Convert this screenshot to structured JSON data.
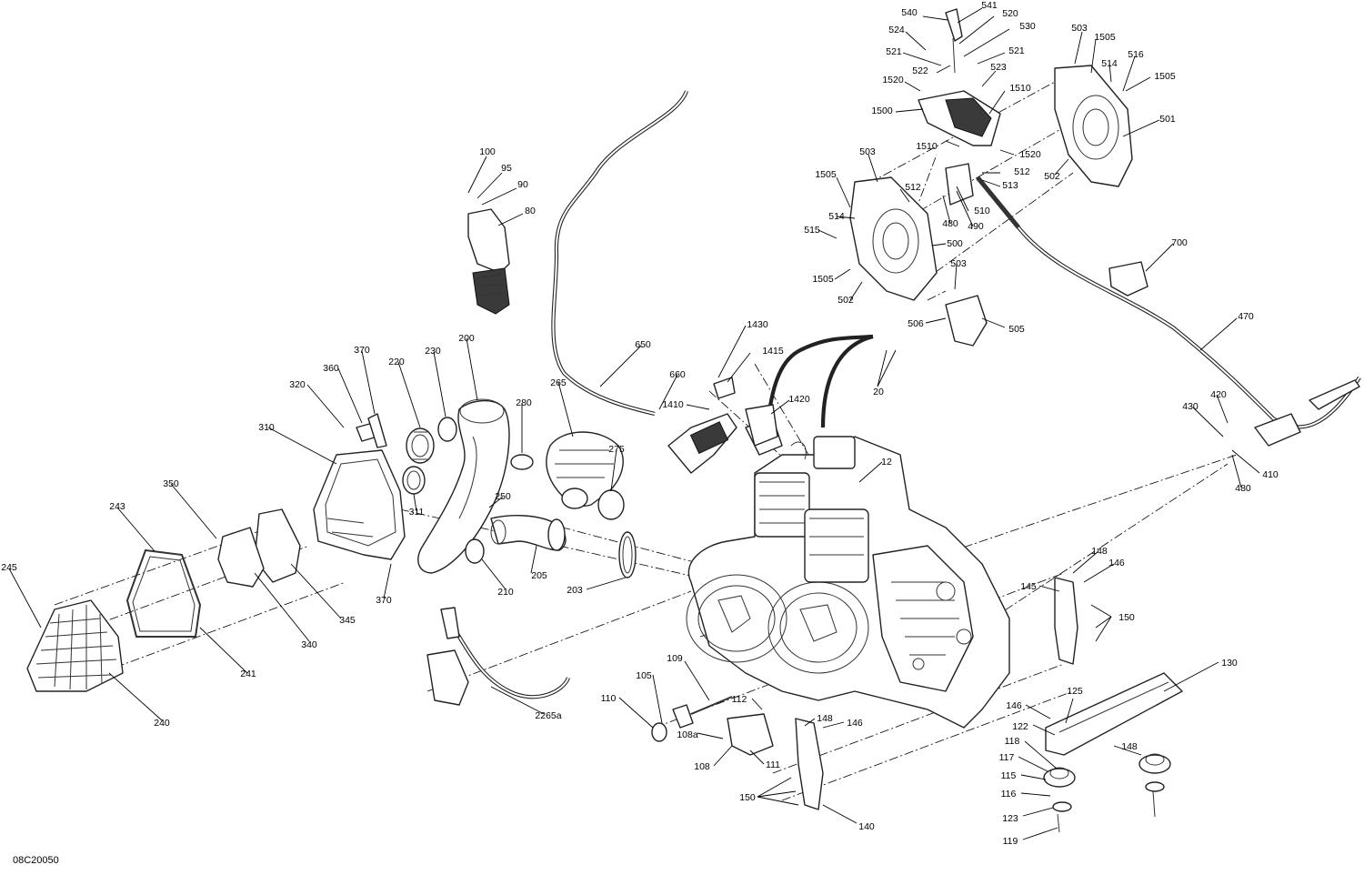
{
  "figure_code": "08C20050",
  "callouts": [
    {
      "id": "100",
      "text": "100"
    },
    {
      "id": "95",
      "text": "95"
    },
    {
      "id": "90",
      "text": "90"
    },
    {
      "id": "80",
      "text": "80"
    },
    {
      "id": "540",
      "text": "540"
    },
    {
      "id": "541",
      "text": "541"
    },
    {
      "id": "520",
      "text": "520"
    },
    {
      "id": "530",
      "text": "530"
    },
    {
      "id": "524",
      "text": "524"
    },
    {
      "id": "521a",
      "text": "521"
    },
    {
      "id": "521b",
      "text": "521"
    },
    {
      "id": "522",
      "text": "522"
    },
    {
      "id": "523",
      "text": "523"
    },
    {
      "id": "1520a",
      "text": "1520"
    },
    {
      "id": "1510a",
      "text": "1510"
    },
    {
      "id": "1500",
      "text": "1500"
    },
    {
      "id": "1510b",
      "text": "1510"
    },
    {
      "id": "1520b",
      "text": "1520"
    },
    {
      "id": "503a",
      "text": "503"
    },
    {
      "id": "1505a",
      "text": "1505"
    },
    {
      "id": "514a",
      "text": "514"
    },
    {
      "id": "516",
      "text": "516"
    },
    {
      "id": "1505b",
      "text": "1505"
    },
    {
      "id": "501",
      "text": "501"
    },
    {
      "id": "502a",
      "text": "502"
    },
    {
      "id": "503b",
      "text": "503"
    },
    {
      "id": "512a",
      "text": "512"
    },
    {
      "id": "512b",
      "text": "512"
    },
    {
      "id": "513",
      "text": "513"
    },
    {
      "id": "1505c",
      "text": "1505"
    },
    {
      "id": "514b",
      "text": "514"
    },
    {
      "id": "510",
      "text": "510"
    },
    {
      "id": "480a",
      "text": "480"
    },
    {
      "id": "490",
      "text": "490"
    },
    {
      "id": "515",
      "text": "515"
    },
    {
      "id": "500",
      "text": "500"
    },
    {
      "id": "1505d",
      "text": "1505"
    },
    {
      "id": "502b",
      "text": "502"
    },
    {
      "id": "503c",
      "text": "503"
    },
    {
      "id": "506",
      "text": "506"
    },
    {
      "id": "505",
      "text": "505"
    },
    {
      "id": "700",
      "text": "700"
    },
    {
      "id": "470",
      "text": "470"
    },
    {
      "id": "650",
      "text": "650"
    },
    {
      "id": "1430",
      "text": "1430"
    },
    {
      "id": "1415",
      "text": "1415"
    },
    {
      "id": "660",
      "text": "660"
    },
    {
      "id": "1410",
      "text": "1410"
    },
    {
      "id": "1420",
      "text": "1420"
    },
    {
      "id": "20",
      "text": "20"
    },
    {
      "id": "12",
      "text": "12"
    },
    {
      "id": "370a",
      "text": "370"
    },
    {
      "id": "360",
      "text": "360"
    },
    {
      "id": "320",
      "text": "320"
    },
    {
      "id": "220",
      "text": "220"
    },
    {
      "id": "230",
      "text": "230"
    },
    {
      "id": "200",
      "text": "200"
    },
    {
      "id": "265",
      "text": "265"
    },
    {
      "id": "280",
      "text": "280"
    },
    {
      "id": "275",
      "text": "275"
    },
    {
      "id": "250",
      "text": "250"
    },
    {
      "id": "310",
      "text": "310"
    },
    {
      "id": "311",
      "text": "311"
    },
    {
      "id": "350",
      "text": "350"
    },
    {
      "id": "243",
      "text": "243"
    },
    {
      "id": "245",
      "text": "245"
    },
    {
      "id": "370b",
      "text": "370"
    },
    {
      "id": "345",
      "text": "345"
    },
    {
      "id": "340",
      "text": "340"
    },
    {
      "id": "241",
      "text": "241"
    },
    {
      "id": "240",
      "text": "240"
    },
    {
      "id": "210",
      "text": "210"
    },
    {
      "id": "205",
      "text": "205"
    },
    {
      "id": "203",
      "text": "203"
    },
    {
      "id": "2265a",
      "text": "2265a"
    },
    {
      "id": "430",
      "text": "430"
    },
    {
      "id": "420",
      "text": "420"
    },
    {
      "id": "410",
      "text": "410"
    },
    {
      "id": "480b",
      "text": "480"
    },
    {
      "id": "148a",
      "text": "148"
    },
    {
      "id": "146a",
      "text": "146"
    },
    {
      "id": "145",
      "text": "145"
    },
    {
      "id": "150a",
      "text": "150"
    },
    {
      "id": "130",
      "text": "130"
    },
    {
      "id": "109",
      "text": "109"
    },
    {
      "id": "105",
      "text": "105"
    },
    {
      "id": "110",
      "text": "110"
    },
    {
      "id": "112",
      "text": "112"
    },
    {
      "id": "108a",
      "text": "108a"
    },
    {
      "id": "108",
      "text": "108"
    },
    {
      "id": "111",
      "text": "111"
    },
    {
      "id": "148b",
      "text": "148"
    },
    {
      "id": "146b",
      "text": "146"
    },
    {
      "id": "150b",
      "text": "150"
    },
    {
      "id": "140",
      "text": "140"
    },
    {
      "id": "146c",
      "text": "146"
    },
    {
      "id": "125",
      "text": "125"
    },
    {
      "id": "122",
      "text": "122"
    },
    {
      "id": "118",
      "text": "118"
    },
    {
      "id": "117",
      "text": "117"
    },
    {
      "id": "115",
      "text": "115"
    },
    {
      "id": "116",
      "text": "116"
    },
    {
      "id": "123",
      "text": "123"
    },
    {
      "id": "119",
      "text": "119"
    },
    {
      "id": "148c",
      "text": "148"
    }
  ]
}
